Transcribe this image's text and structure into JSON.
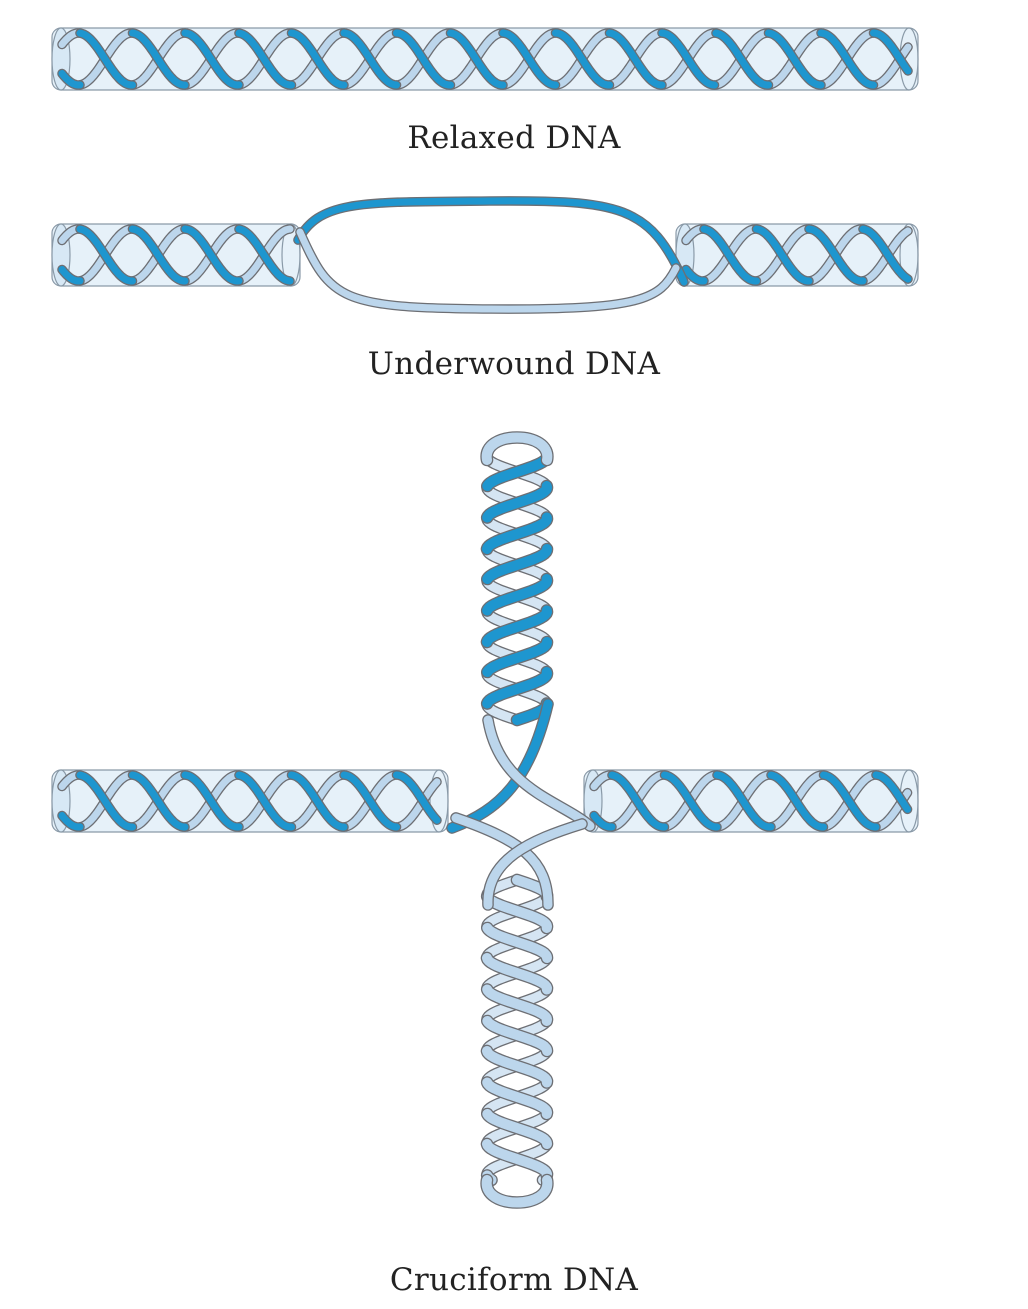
{
  "figure": {
    "captions": {
      "relaxed": "Relaxed DNA",
      "underwound": "Underwound DNA",
      "cruciform": "Cruciform DNA"
    }
  },
  "colors": {
    "front_strand": "#1e96cf",
    "back_strand": "#bcd6ec",
    "tube_fill": "#e6f1f9",
    "outline": "#6d6f74"
  }
}
